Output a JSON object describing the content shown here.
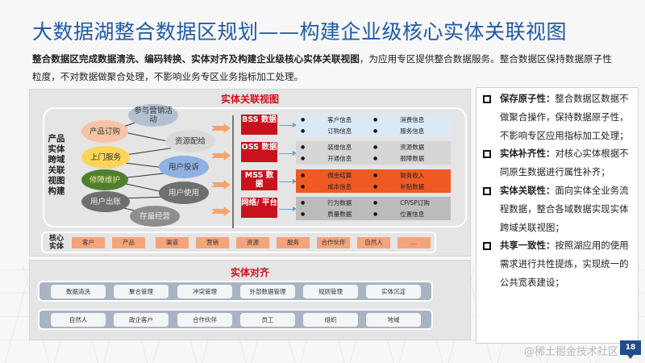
{
  "title": "大数据湖整合数据区规划——构建企业级核心实体关联视图",
  "intro": {
    "bold": "整合数据区完成数据清洗、编码转换、实体对齐及构建企业级核心实体关联视图",
    "rest": "，为应用专区提供整合数据服务。整合数据区保持数据原子性粒度，不对数据做聚合处理，不影响业务专区业务指标加工处理。"
  },
  "relation_view": {
    "title": "实体关联视图",
    "side_label": "产品实体跨域关联视图构建",
    "nodes": [
      {
        "label": "参与营销活动",
        "color": "#b4c0d2",
        "text_color": "#333"
      },
      {
        "label": "产品订购",
        "color": "#f6c3a6",
        "text_color": "#333"
      },
      {
        "label": "资源配给",
        "color": "#dadada",
        "text_color": "#333"
      },
      {
        "label": "上门服务",
        "color": "#fbd45a",
        "text_color": "#333"
      },
      {
        "label": "用户投诉",
        "color": "#8fb0e3",
        "text_color": "#333"
      },
      {
        "label": "修障维护",
        "color": "#4e7f2f",
        "text_color": "#f0e9a0"
      },
      {
        "label": "用户使用",
        "color": "#6f6f6f",
        "text_color": "#eee"
      },
      {
        "label": "用户出账",
        "color": "#6f6f6f",
        "text_color": "#eee"
      },
      {
        "label": "存量经营",
        "color": "#8d8d8d",
        "text_color": "#eee"
      }
    ],
    "sources": [
      {
        "label": "BSS 数据",
        "color": "#dbe8f6",
        "items": [
          "客户信息",
          "消费信息",
          "订购信息",
          "服务信息"
        ]
      },
      {
        "label": "OSS 数据",
        "color": "#d6d6d6",
        "items": [
          "装维信息",
          "资源数据",
          "开通信息",
          "报障数据"
        ]
      },
      {
        "label": "MSS 数据",
        "color": "#ef5a24",
        "items": [
          "佣金结算",
          "财务收入",
          "成本信息",
          "补贴数据"
        ]
      },
      {
        "label": "网络/ 平台",
        "color": "#bcbcbc",
        "items": [
          "行为数据",
          "CP/SP订购",
          "质量数据",
          "位置信息"
        ]
      }
    ],
    "core_entities": {
      "label": "核心实体",
      "items": [
        "客户",
        "产品",
        "渠道",
        "营销",
        "资源",
        "服务",
        "合作伙伴",
        "自然人",
        "..."
      ]
    }
  },
  "entity_alignment": {
    "title": "实体对齐",
    "row1": [
      "数据清洗",
      "聚合管理",
      "冲突管理",
      "外部数据管理",
      "规则管理",
      "实体沉淀"
    ],
    "row2": [
      "自然人",
      "政企客户",
      "合作伙伴",
      "员工",
      "组织",
      "地域"
    ]
  },
  "principles": [
    {
      "term": "保存原子性：",
      "desc": "整合数据区数据不做聚合操作，保持数据原子性，不影响专区应用指标加工处理；"
    },
    {
      "term": "实体补齐性：",
      "desc": "对核心实体根据不同原生数据进行属性补齐；"
    },
    {
      "term": "实体关联性：",
      "desc": "面向实体全业务流程数据，整合各域数据实现实体跨域关联视图；"
    },
    {
      "term": "共享一致性：",
      "desc": "按照湖应用的使用需求进行共性提炼，实现统一的公共宽表建设；"
    }
  ],
  "watermark": "@稀土掘金技术社区",
  "page_number": "18"
}
